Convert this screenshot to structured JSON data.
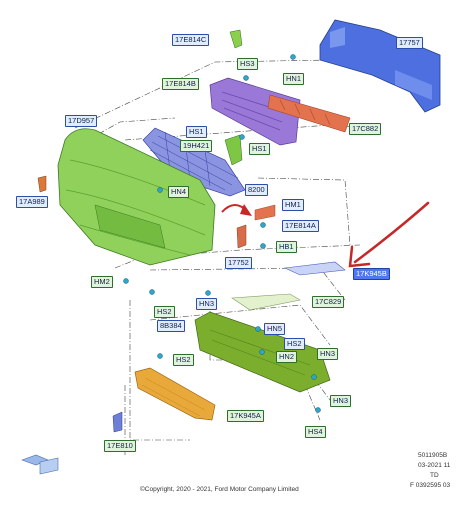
{
  "labels": [
    {
      "id": "17E814C",
      "text": "17E814C"
    },
    {
      "id": "17757",
      "text": "17757"
    },
    {
      "id": "HS3-top",
      "text": "HS3"
    },
    {
      "id": "17E814B",
      "text": "17E814B"
    },
    {
      "id": "HN1",
      "text": "HN1"
    },
    {
      "id": "17D957",
      "text": "17D957"
    },
    {
      "id": "HS1-a",
      "text": "HS1"
    },
    {
      "id": "17C882",
      "text": "17C882"
    },
    {
      "id": "19H421",
      "text": "19H421"
    },
    {
      "id": "HS1-b",
      "text": "HS1"
    },
    {
      "id": "HN4",
      "text": "HN4"
    },
    {
      "id": "8200",
      "text": "8200"
    },
    {
      "id": "17A989",
      "text": "17A989"
    },
    {
      "id": "HM1",
      "text": "HM1"
    },
    {
      "id": "17E814A",
      "text": "17E814A"
    },
    {
      "id": "HB1",
      "text": "HB1"
    },
    {
      "id": "17752",
      "text": "17752"
    },
    {
      "id": "17K945B",
      "text": "17K945B"
    },
    {
      "id": "HM2",
      "text": "HM2"
    },
    {
      "id": "HS2-a",
      "text": "HS2"
    },
    {
      "id": "HN3-a",
      "text": "HN3"
    },
    {
      "id": "17C829",
      "text": "17C829"
    },
    {
      "id": "8B384",
      "text": "8B384"
    },
    {
      "id": "HN5",
      "text": "HN5"
    },
    {
      "id": "HS2-b",
      "text": "HS2"
    },
    {
      "id": "HN2",
      "text": "HN2"
    },
    {
      "id": "HN3-b",
      "text": "HN3"
    },
    {
      "id": "HS2-c",
      "text": "HS2"
    },
    {
      "id": "HN3-c",
      "text": "HN3"
    },
    {
      "id": "17K945A",
      "text": "17K945A"
    },
    {
      "id": "HS4",
      "text": "HS4"
    },
    {
      "id": "17E810",
      "text": "17E810"
    }
  ],
  "footer": {
    "copyright": "©Copyright, 2020 - 2021, Ford Motor Company Limited",
    "ref_code": "5011905B",
    "date": "03-2021 11",
    "td": "TD",
    "drawing_no": "F 0392595 03"
  },
  "colors": {
    "bumper_cover": "#8fd15a",
    "upper_grille": "#9a78d8",
    "grille_mesh": "#8a94e0",
    "reinforcement": "#4d6fe0",
    "absorber": "#e3734f",
    "lower_deflector": "#7cae2e",
    "lower_panel": "#e9a93a",
    "highlight_arrow": "#c62828",
    "label_highlight": "#4f78f0"
  }
}
